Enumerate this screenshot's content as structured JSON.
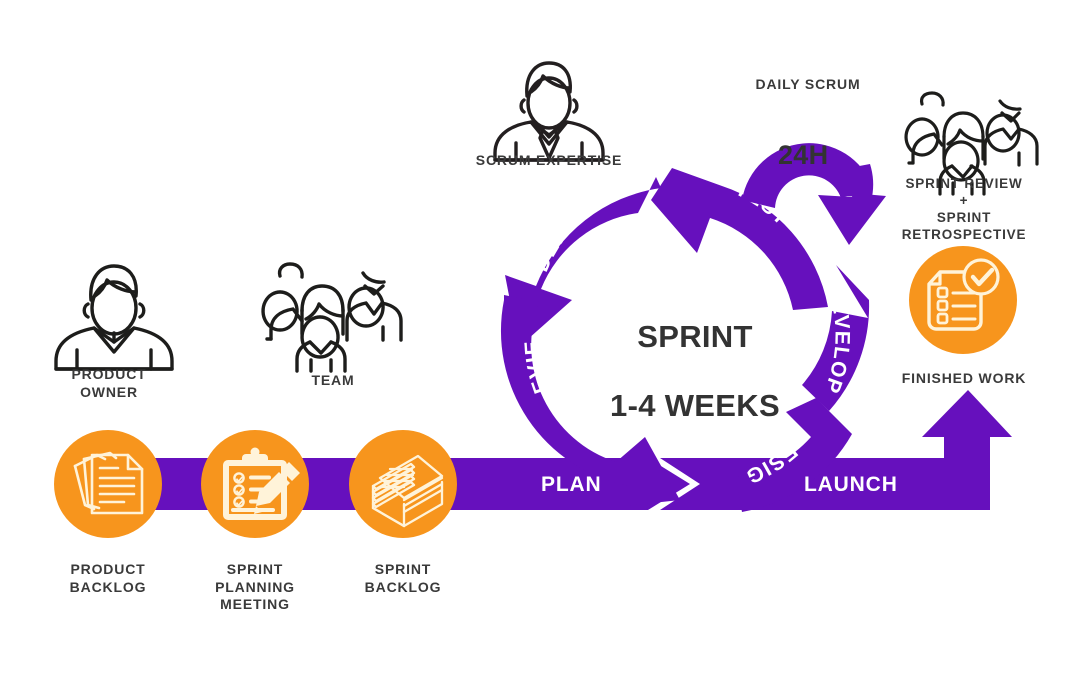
{
  "theme": {
    "purple": "#6610BD",
    "orange": "#F7951D",
    "text_dark": "#3A3A3A",
    "text_center": "#333333",
    "white": "#FFFFFF",
    "background": "#FFFFFF"
  },
  "title_center": {
    "line1": "SPRINT",
    "line2": "1-4 WEEKS"
  },
  "daily_scrum": {
    "label": "DAILY SCRUM",
    "duration": "24H"
  },
  "roles": [
    {
      "id": "product-owner",
      "label": "PRODUCT\nOWNER",
      "icon": "person-icon"
    },
    {
      "id": "team",
      "label": "TEAM",
      "icon": "people-group-icon"
    },
    {
      "id": "scrum-expertise",
      "label": "SCRUM EXPERTISE",
      "icon": "person-tie-icon"
    },
    {
      "id": "sprint-review-retrospective",
      "label": "SPRINT REVIEW\n+\nSPRINT\nRETROSPECTIVE",
      "icon": "people-group-icon"
    }
  ],
  "artifacts": [
    {
      "id": "product-backlog",
      "label": "PRODUCT\nBACKLOG",
      "icon": "documents-icon"
    },
    {
      "id": "sprint-planning-meeting",
      "label": "SPRINT\nPLANNING\nMEETING",
      "icon": "clipboard-pencil-icon"
    },
    {
      "id": "sprint-backlog",
      "label": "SPRINT\nBACKLOG",
      "icon": "paper-stack-icon"
    },
    {
      "id": "finished-work",
      "label": "FINISHED WORK",
      "icon": "checklist-check-icon"
    }
  ],
  "flow_bar": {
    "plan": "PLAN",
    "launch": "LAUNCH"
  },
  "cycle_steps": [
    {
      "id": "deploy",
      "label": "DEPLOY"
    },
    {
      "id": "test",
      "label": "TEST"
    },
    {
      "id": "develop",
      "label": "DEVELOP"
    },
    {
      "id": "design",
      "label": "DESIGN"
    },
    {
      "id": "review",
      "label": "REVIEW"
    }
  ]
}
